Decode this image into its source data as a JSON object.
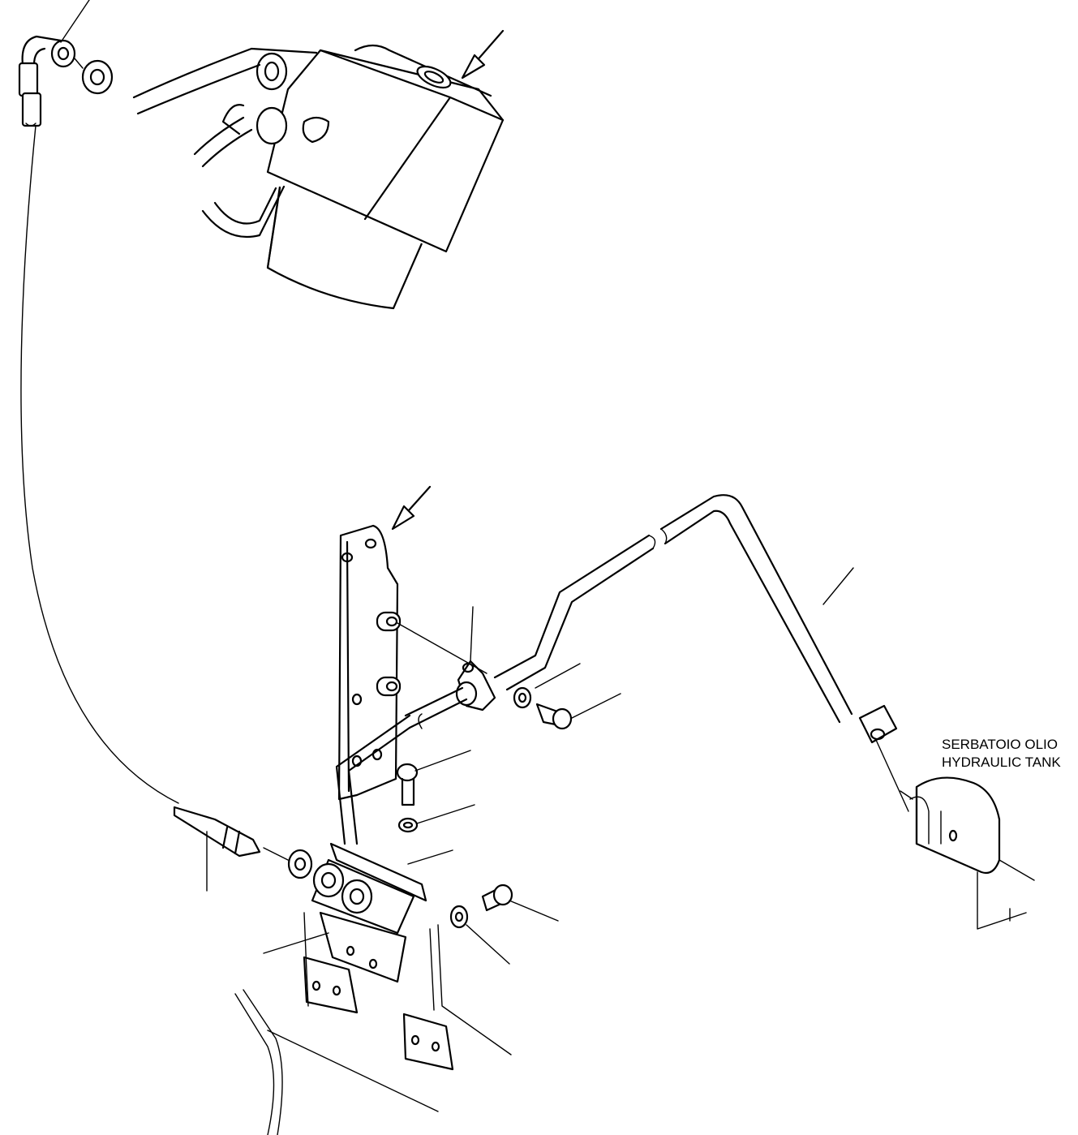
{
  "labels": {
    "tank_line1": "SERBATOIO OLIO",
    "tank_line2": "HYDRAULIC TANK"
  },
  "icons": [
    "valve-block",
    "hydraulic-hose",
    "rigid-pipe",
    "support-bracket",
    "pipe-clamp",
    "bolt",
    "washer",
    "fitting-block",
    "hydraulic-tank",
    "direction-arrow",
    "leader-line"
  ]
}
